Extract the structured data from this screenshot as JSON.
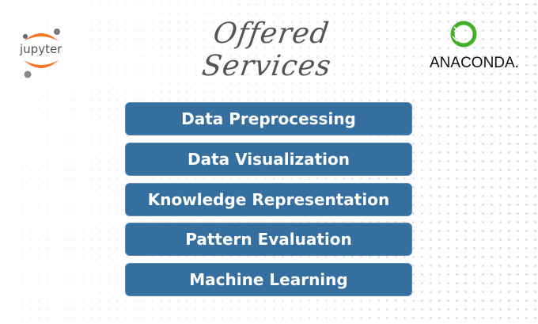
{
  "title": "Offered Services",
  "logos": {
    "left": "jupyter",
    "right": "ANACONDA."
  },
  "services": [
    "Data Preprocessing",
    "Data Visualization",
    "Knowledge Representation",
    "Pattern Evaluation",
    "Machine Learning"
  ],
  "colors": {
    "button": "#356f9f",
    "jupyter_orange": "#f37726",
    "anaconda_green": "#43b02a"
  }
}
